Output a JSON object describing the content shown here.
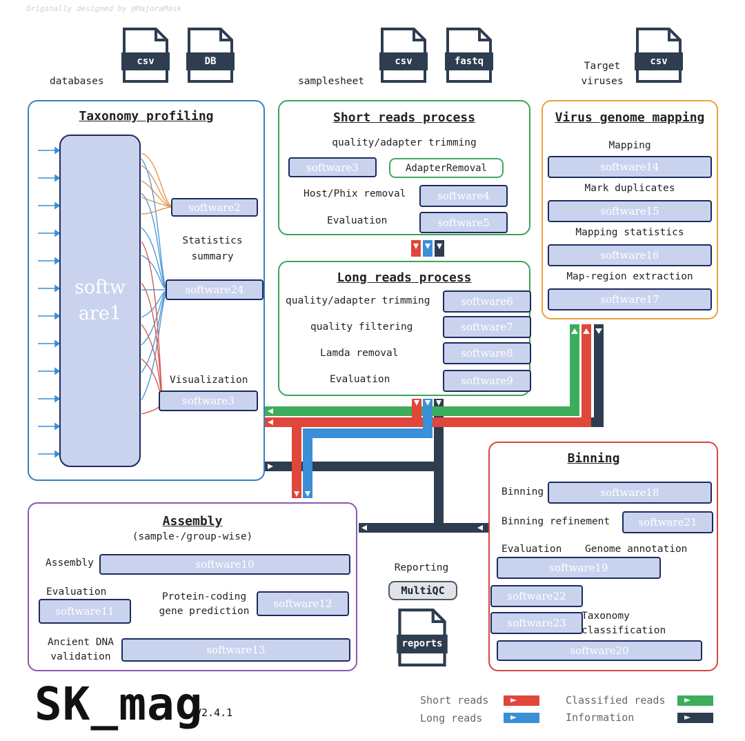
{
  "credit": "Originally designed by @MajoraMask",
  "inputs": {
    "databases_label": "databases",
    "samplesheet_label": "samplesheet",
    "target_label_1": "Target",
    "target_label_2": "viruses",
    "files": {
      "db_csv": "csv",
      "db_db": "DB",
      "ss_csv": "csv",
      "ss_fastq": "fastq",
      "tv_csv": "csv"
    }
  },
  "taxonomy": {
    "title": "Taxonomy profiling",
    "software1_line1": "softw",
    "software1_line2": "are1",
    "software2": "software2",
    "stats_line1": "Statistics",
    "stats_line2": "summary",
    "software24": "software24",
    "visualization": "Visualization",
    "software3": "software3"
  },
  "short_reads": {
    "title": "Short reads process",
    "trimming": "quality/adapter trimming",
    "software3": "software3",
    "adapter_removal": "AdapterRemoval",
    "host_removal": "Host/Phix removal",
    "software4": "software4",
    "evaluation": "Evaluation",
    "software5": "software5"
  },
  "long_reads": {
    "title": "Long reads process",
    "trimming": "quality/adapter trimming",
    "software6": "software6",
    "filtering": "quality filtering",
    "software7": "software7",
    "lamda": "Lamda removal",
    "software8": "software8",
    "evaluation": "Evaluation",
    "software9": "software9"
  },
  "virus": {
    "title": "Virus genome mapping",
    "mapping": "Mapping",
    "software14": "software14",
    "mark_dup": "Mark duplicates",
    "software15": "software15",
    "map_stats": "Mapping statistics",
    "software16": "software16",
    "extraction": "Map-region extraction",
    "software17": "software17"
  },
  "binning": {
    "title": "Binning",
    "binning": "Binning",
    "software18": "software18",
    "refinement": "Binning refinement",
    "software21": "software21",
    "evaluation": "Evaluation",
    "genome_annotation": "Genome annotation",
    "software19": "software19",
    "software22": "software22",
    "software23": "software23",
    "taxonomy_line1": "Taxonomy",
    "taxonomy_line2": "classification",
    "software20": "software20"
  },
  "assembly": {
    "title": "Assembly",
    "subtitle": "(sample-/group-wise)",
    "assembly": "Assembly",
    "software10": "software10",
    "evaluation": "Evaluation",
    "software11": "software11",
    "protein_line1": "Protein-coding",
    "protein_line2": "gene prediction",
    "software12": "software12",
    "ancient_line1": "Ancient DNA",
    "ancient_line2": "validation",
    "software13": "software13"
  },
  "reporting": {
    "label": "Reporting",
    "multiqc": "MultiQC",
    "reports": "reports"
  },
  "branding": {
    "name": "SK_mag",
    "version": "V2.4.1"
  },
  "legend": {
    "short_reads": "Short reads",
    "long_reads": "Long reads",
    "classified_reads": "Classified reads",
    "information": "Information"
  },
  "colors": {
    "short_reads": "#e0463a",
    "long_reads": "#3a8fd6",
    "classified_reads": "#3dad5c",
    "information": "#2e3d50",
    "taxonomy_border": "#3a7fc0",
    "short_border": "#3aa457",
    "long_border": "#3aa457",
    "virus_border": "#eda03a",
    "binning_border": "#d4463e",
    "assembly_border": "#8a57ad",
    "software_fill": "#c9d3ee",
    "software_border": "#1d2a5e"
  }
}
